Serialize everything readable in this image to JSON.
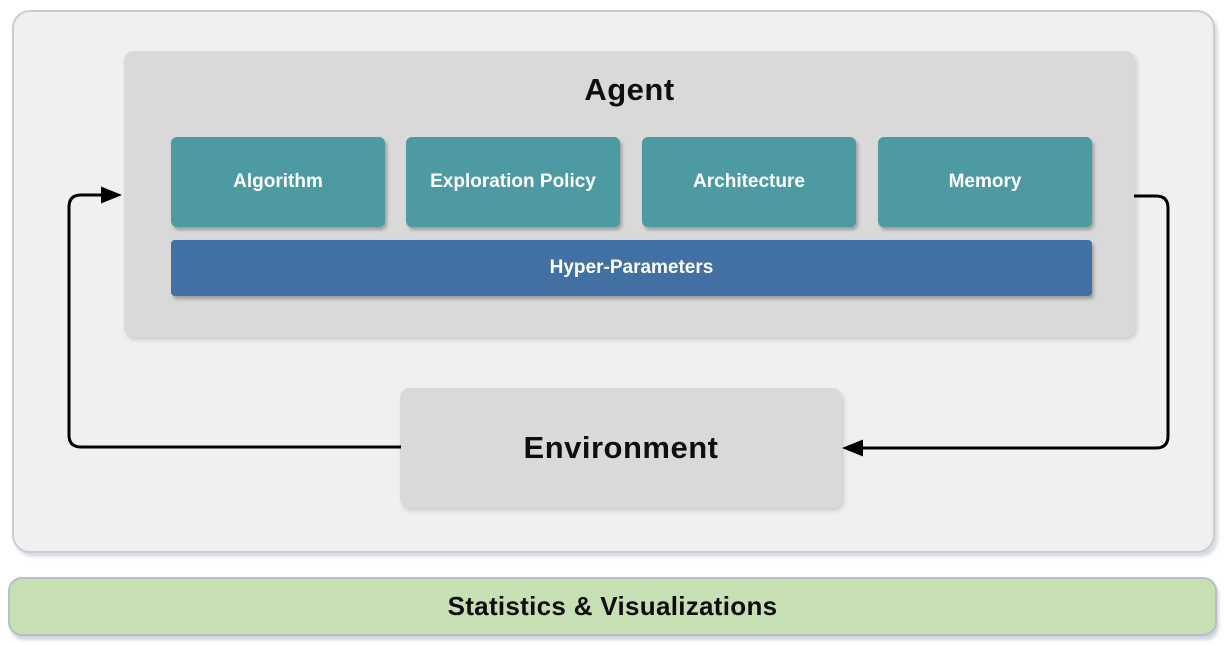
{
  "diagram": {
    "agent": {
      "title": "Agent",
      "components": [
        "Algorithm",
        "Exploration Policy",
        "Architecture",
        "Memory"
      ],
      "hyper_parameters_label": "Hyper-Parameters"
    },
    "environment": {
      "label": "Environment"
    },
    "statistics_bar": {
      "label": "Statistics & Visualizations"
    },
    "arrows": [
      {
        "from": "environment",
        "to": "agent",
        "side": "left"
      },
      {
        "from": "agent",
        "to": "environment",
        "side": "right"
      }
    ],
    "colors": {
      "component_teal": "#4E9AA2",
      "hyper_parameters_blue": "#4270A2",
      "agent_panel_gray": "#D9D9D9",
      "environment_gray": "#D9D9D9",
      "outer_panel_gray": "#F0F0F1",
      "statistics_green": "#C6E0B4",
      "arrow_black": "#000000"
    }
  }
}
